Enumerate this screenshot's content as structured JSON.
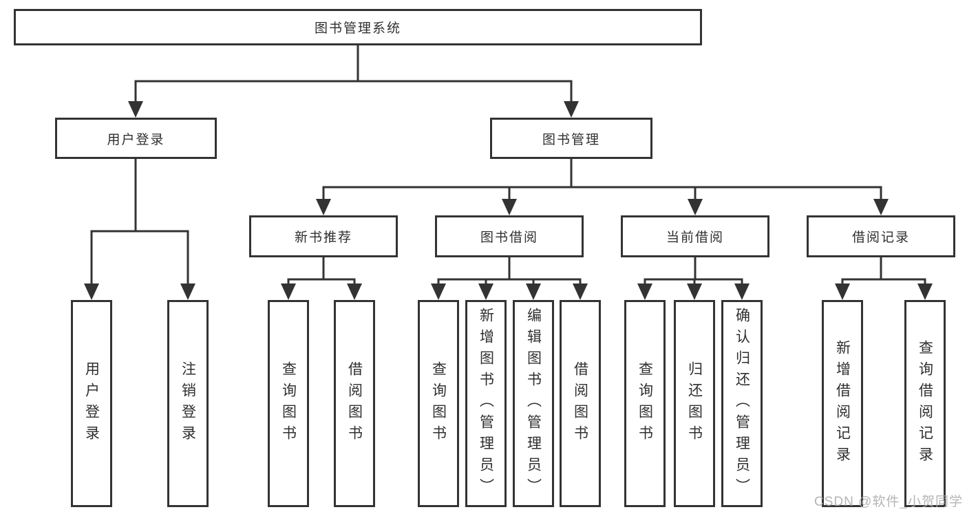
{
  "diagram": {
    "root": {
      "label": "图书管理系统"
    },
    "branches": [
      {
        "label": "用户登录",
        "children": [
          {
            "label": "用户登录"
          },
          {
            "label": "注销登录"
          }
        ]
      },
      {
        "label": "图书管理",
        "children": [
          {
            "label": "新书推荐",
            "children": [
              {
                "label": "查询图书"
              },
              {
                "label": "借阅图书"
              }
            ]
          },
          {
            "label": "图书借阅",
            "children": [
              {
                "label": "查询图书"
              },
              {
                "label": "新增图书（管理员）"
              },
              {
                "label": "编辑图书（管理员）"
              },
              {
                "label": "借阅图书"
              }
            ]
          },
          {
            "label": "当前借阅",
            "children": [
              {
                "label": "查询图书"
              },
              {
                "label": "归还图书"
              },
              {
                "label": "确认归还（管理员）"
              }
            ]
          },
          {
            "label": "借阅记录",
            "children": [
              {
                "label": "新增借阅记录"
              },
              {
                "label": "查询借阅记录"
              }
            ]
          }
        ]
      }
    ]
  },
  "watermark": {
    "text": "CSDN @软件_小贺同学"
  },
  "colors": {
    "line": "#333333",
    "box_border": "#333333",
    "text": "#2f2f2f",
    "watermark": "#acacac",
    "background": "#ffffff"
  }
}
